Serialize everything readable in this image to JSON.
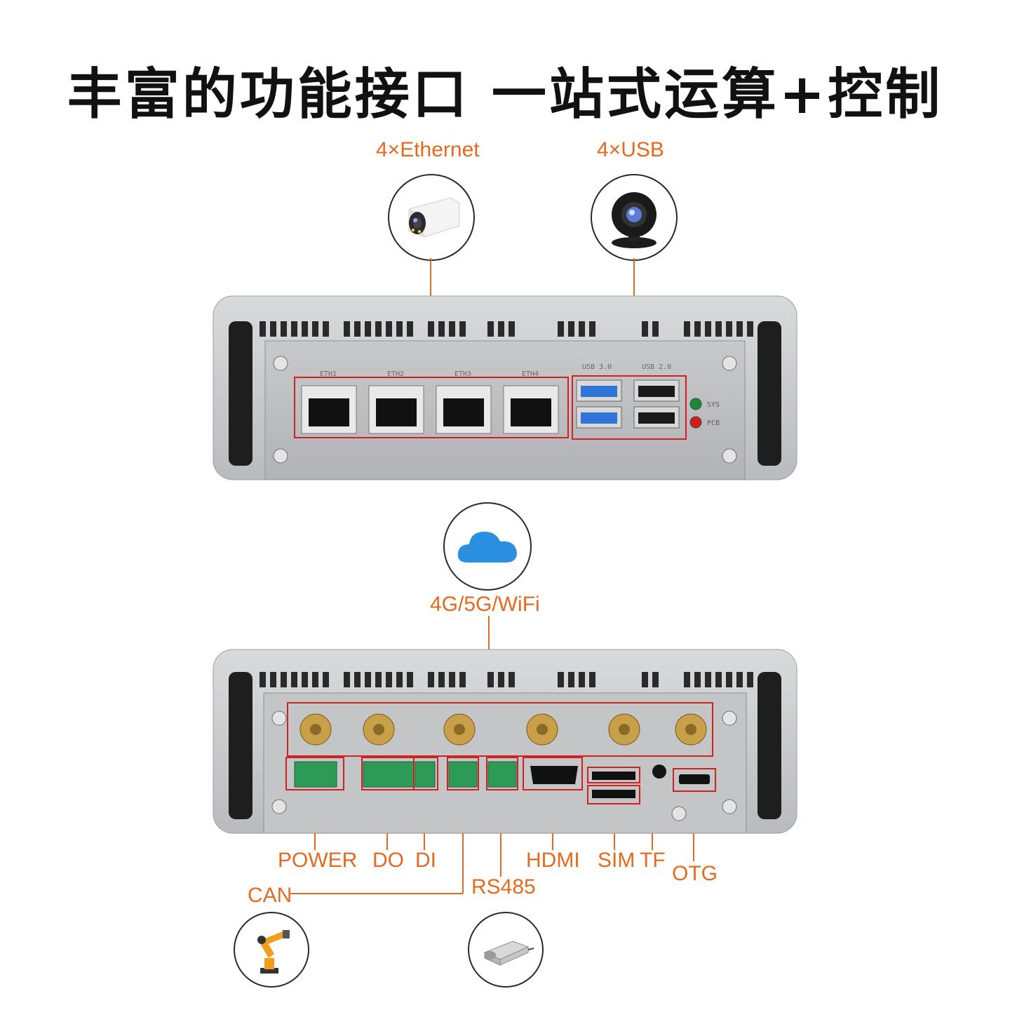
{
  "title": "丰富的功能接口  一站式运算+控制",
  "top_panel": {
    "callouts": {
      "ethernet": "4×Ethernet",
      "usb": "4×USB"
    },
    "port_tags": [
      "ETH1",
      "ETH2",
      "ETH3",
      "ETH4"
    ],
    "usb_tags": [
      "USB 3.0",
      "USB 2.0"
    ],
    "leds": [
      "SYS",
      "PCB"
    ]
  },
  "bottom_panel": {
    "wireless_label": "4G/5G/WiFi",
    "interface_labels": {
      "power": "POWER",
      "do": "DO",
      "di": "DI",
      "can": "CAN",
      "rs485": "RS485",
      "hdmi": "HDMI",
      "sim": "SIM",
      "tf": "TF",
      "otg": "OTG"
    }
  },
  "icons": [
    "camera-bullet-icon",
    "webcam-icon",
    "cloud-icon",
    "robot-arm-icon",
    "load-cell-sensor-icon"
  ],
  "colors": {
    "accent_orange": "#e46a1f",
    "highlight_red": "#d21f1f",
    "usb3_blue": "#2f74d6",
    "cloud_blue": "#2a8fe0"
  }
}
